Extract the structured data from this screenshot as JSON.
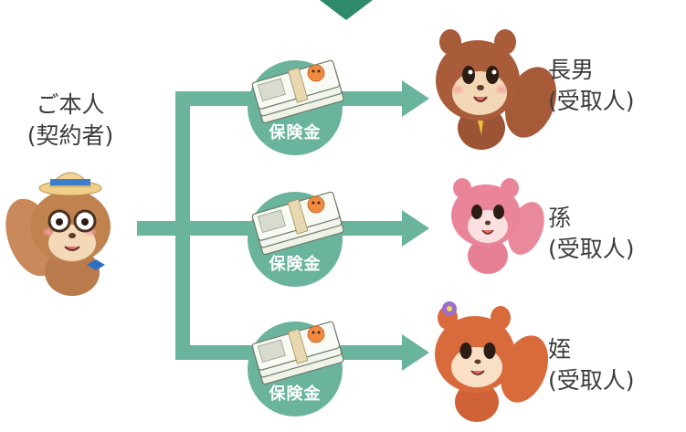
{
  "colors": {
    "connector": "#6ab49e",
    "circle": "#6ab49e",
    "text": "#3b3b3b"
  },
  "policyholder": {
    "name": "ご本人",
    "role": "(契約者)",
    "icon": "squirrel-grandpa-with-hat-and-glasses"
  },
  "payout_label": "保険金",
  "money_icon": "banknote-stack-icon",
  "beneficiaries": [
    {
      "name": "長男",
      "role": "(受取人)",
      "icon": "squirrel-son-with-tie"
    },
    {
      "name": "孫",
      "role": "(受取人)",
      "icon": "squirrel-grandchild-pink"
    },
    {
      "name": "姪",
      "role": "(受取人)",
      "icon": "squirrel-niece-with-flower"
    }
  ]
}
